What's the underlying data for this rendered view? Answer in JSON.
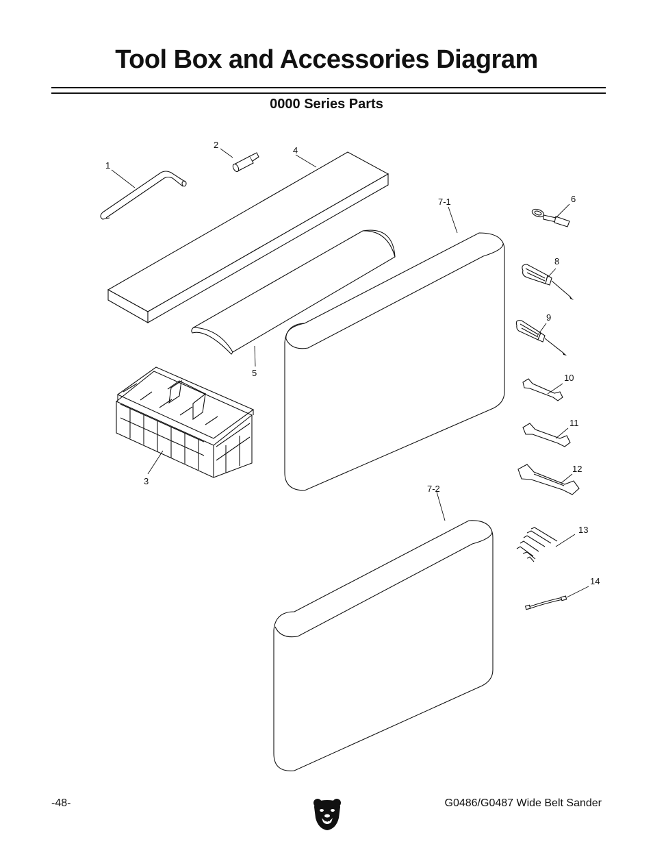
{
  "header": {
    "title": "Tool Box and Accessories Diagram",
    "section": "0000 Series Parts"
  },
  "callouts": {
    "p1": "1",
    "p2": "2",
    "p3": "3",
    "p4": "4",
    "p5": "5",
    "p6": "6",
    "p7_1": "7-1",
    "p7_2": "7-2",
    "p8": "8",
    "p9": "9",
    "p10": "10",
    "p11": "11",
    "p12": "12",
    "p13": "13",
    "p14": "14"
  },
  "footer": {
    "page_number": "-48-",
    "model": "G0486/G0487 Wide Belt Sander",
    "logo_icon": "bear-head-logo"
  }
}
